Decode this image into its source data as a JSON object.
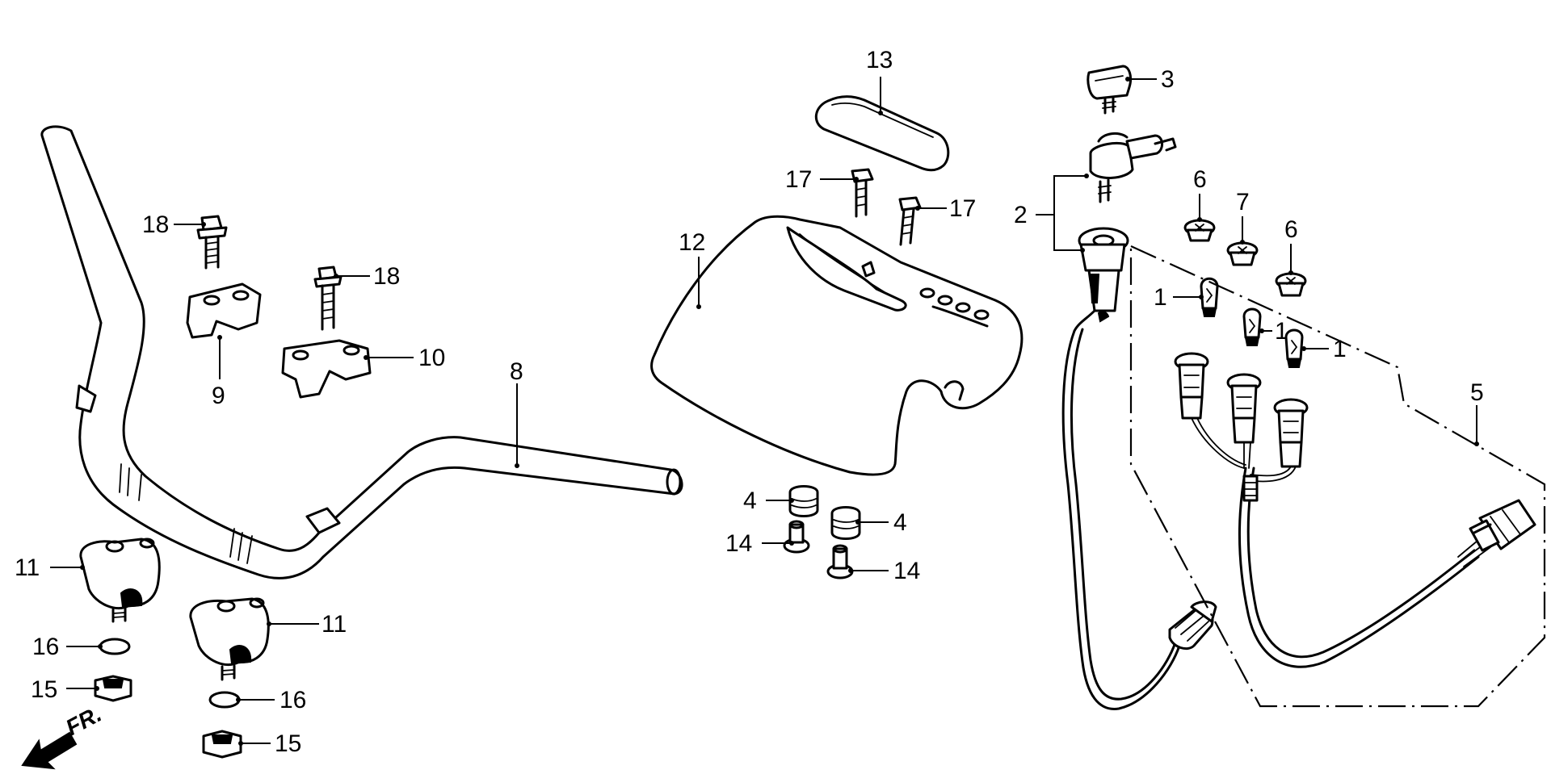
{
  "labels": {
    "l1a": "1",
    "l1b": "1",
    "l1c": "1",
    "l2": "2",
    "l3": "3",
    "l4a": "4",
    "l4b": "4",
    "l5": "5",
    "l6a": "6",
    "l6b": "6",
    "l7": "7",
    "l8": "8",
    "l9": "9",
    "l10": "10",
    "l11a": "11",
    "l11b": "11",
    "l12": "12",
    "l13": "13",
    "l14a": "14",
    "l14b": "14",
    "l15a": "15",
    "l15b": "15",
    "l16a": "16",
    "l16b": "16",
    "l17a": "17",
    "l17b": "17",
    "l18a": "18",
    "l18b": "18"
  },
  "direction_label": "FR."
}
